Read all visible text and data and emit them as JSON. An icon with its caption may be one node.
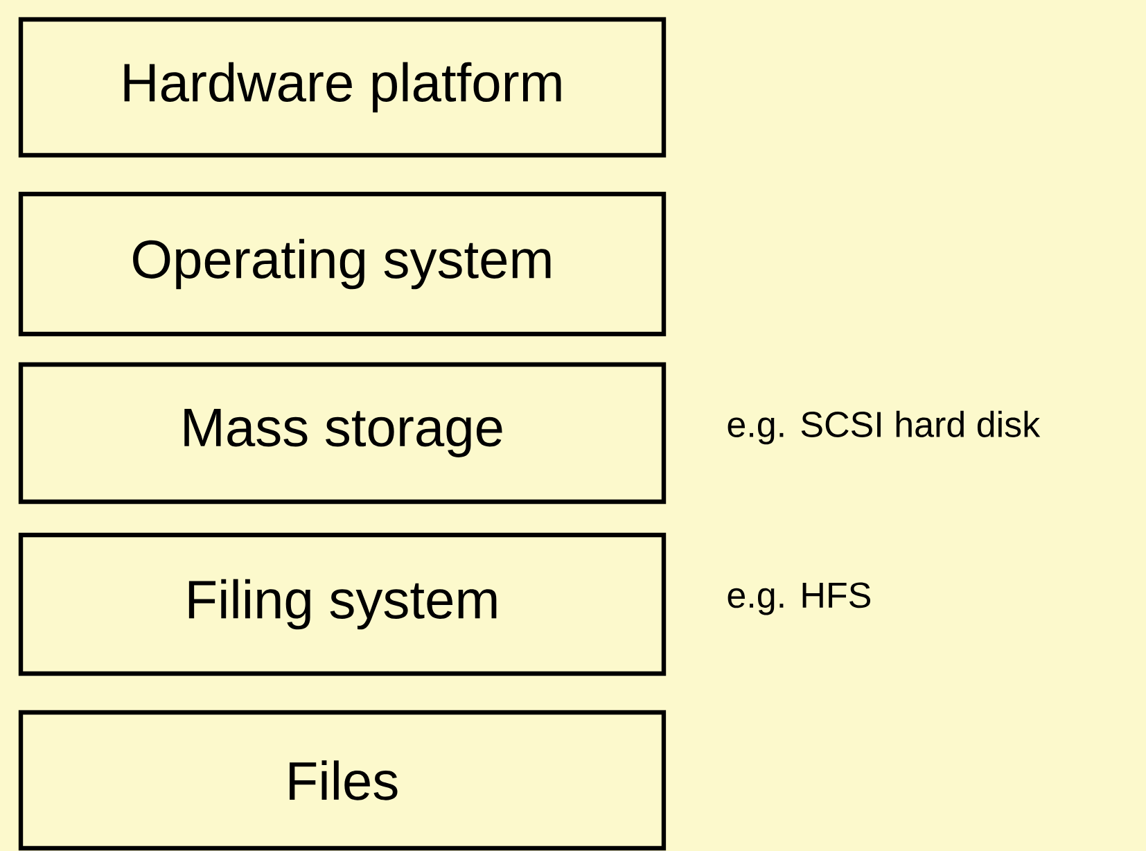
{
  "diagram": {
    "nodes": [
      {
        "text": [
          "Hardware platform"
        ]
      },
      {
        "text": [
          "Operating system"
        ]
      },
      {
        "text": [
          "Mass storage"
        ],
        "beside": [
          "e.g. SCSI hard disk"
        ]
      },
      {
        "text": [
          "Filing system"
        ],
        "beside": [
          "e.g. HFS"
        ]
      },
      {
        "text": [
          "Files"
        ]
      }
    ]
  }
}
